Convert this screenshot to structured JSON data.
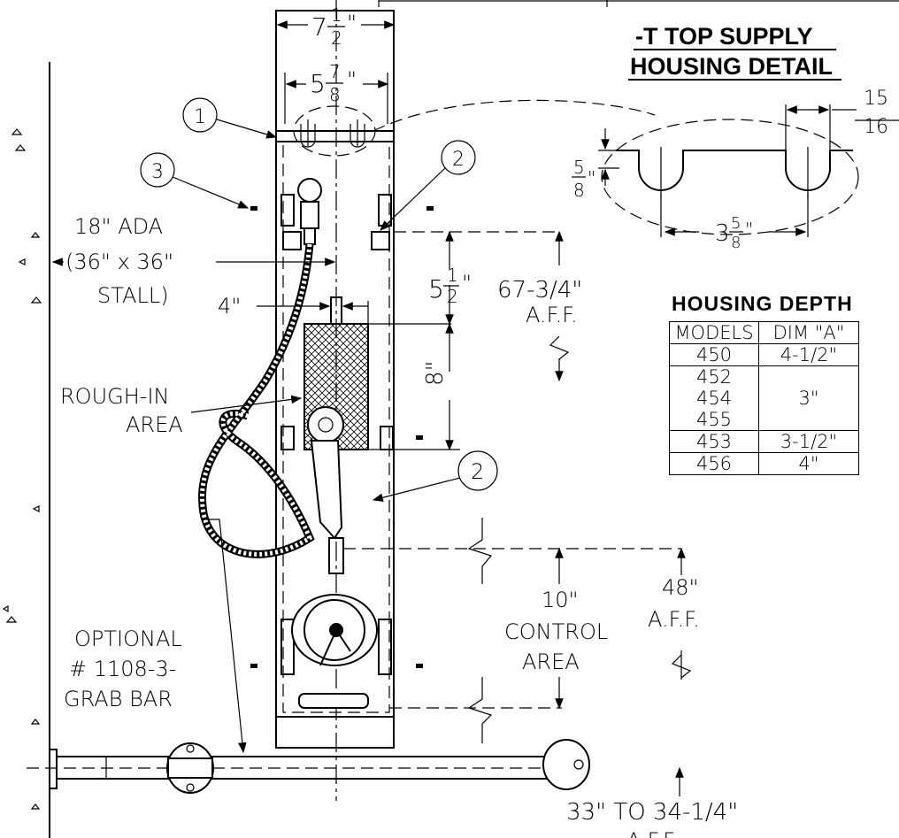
{
  "detail": {
    "title_line1": "-T TOP SUPPLY",
    "title_line2": "HOUSING DETAIL",
    "dim_15_16_num": "15",
    "dim_15_16_den": "16",
    "dim_5_8": "5",
    "dim_5_8_den": "8",
    "dim_3_5_8_whole": "3",
    "dim_3_5_8_num": "5",
    "dim_3_5_8_den": "8"
  },
  "dims": {
    "width_7_1_2_whole": "7",
    "width_7_1_2_num": "1",
    "width_7_1_2_den": "2",
    "width_5_7_8_whole": "5",
    "width_5_7_8_num": "7",
    "width_5_7_8_den": "8",
    "ada_line1": "18\" ADA",
    "ada_line2": "(36\" x 36\"",
    "ada_line3": "STALL)",
    "four_in": "4\"",
    "five_half_whole": "5",
    "five_half_num": "1",
    "five_half_den": "2",
    "eight_in": "8\"",
    "aff_67": "67-3/4\"",
    "aff_label": "A.F.F.",
    "rough_in_1": "ROUGH-IN",
    "rough_in_2": "AREA",
    "ten_in": "10\"",
    "control_1": "CONTROL",
    "control_2": "AREA",
    "aff_48": "48\"",
    "aff_label_2": "A.F.F.",
    "grab_1": "OPTIONAL",
    "grab_2": "# 1108-3-",
    "grab_3": "GRAB BAR",
    "aff_33": "33\" TO 34-1/4\"",
    "aff_label_3": "A.F.F."
  },
  "callouts": [
    "1",
    "2",
    "3",
    "2"
  ],
  "housing_depth": {
    "title": "HOUSING DEPTH",
    "header": [
      "MODELS",
      "DIM \"A\""
    ],
    "rows": [
      {
        "models": [
          "450"
        ],
        "dim": "4-1/2\""
      },
      {
        "models": [
          "452",
          "454",
          "455"
        ],
        "dim": "3\""
      },
      {
        "models": [
          "453"
        ],
        "dim": "3-1/2\""
      },
      {
        "models": [
          "456"
        ],
        "dim": "4\""
      }
    ]
  }
}
